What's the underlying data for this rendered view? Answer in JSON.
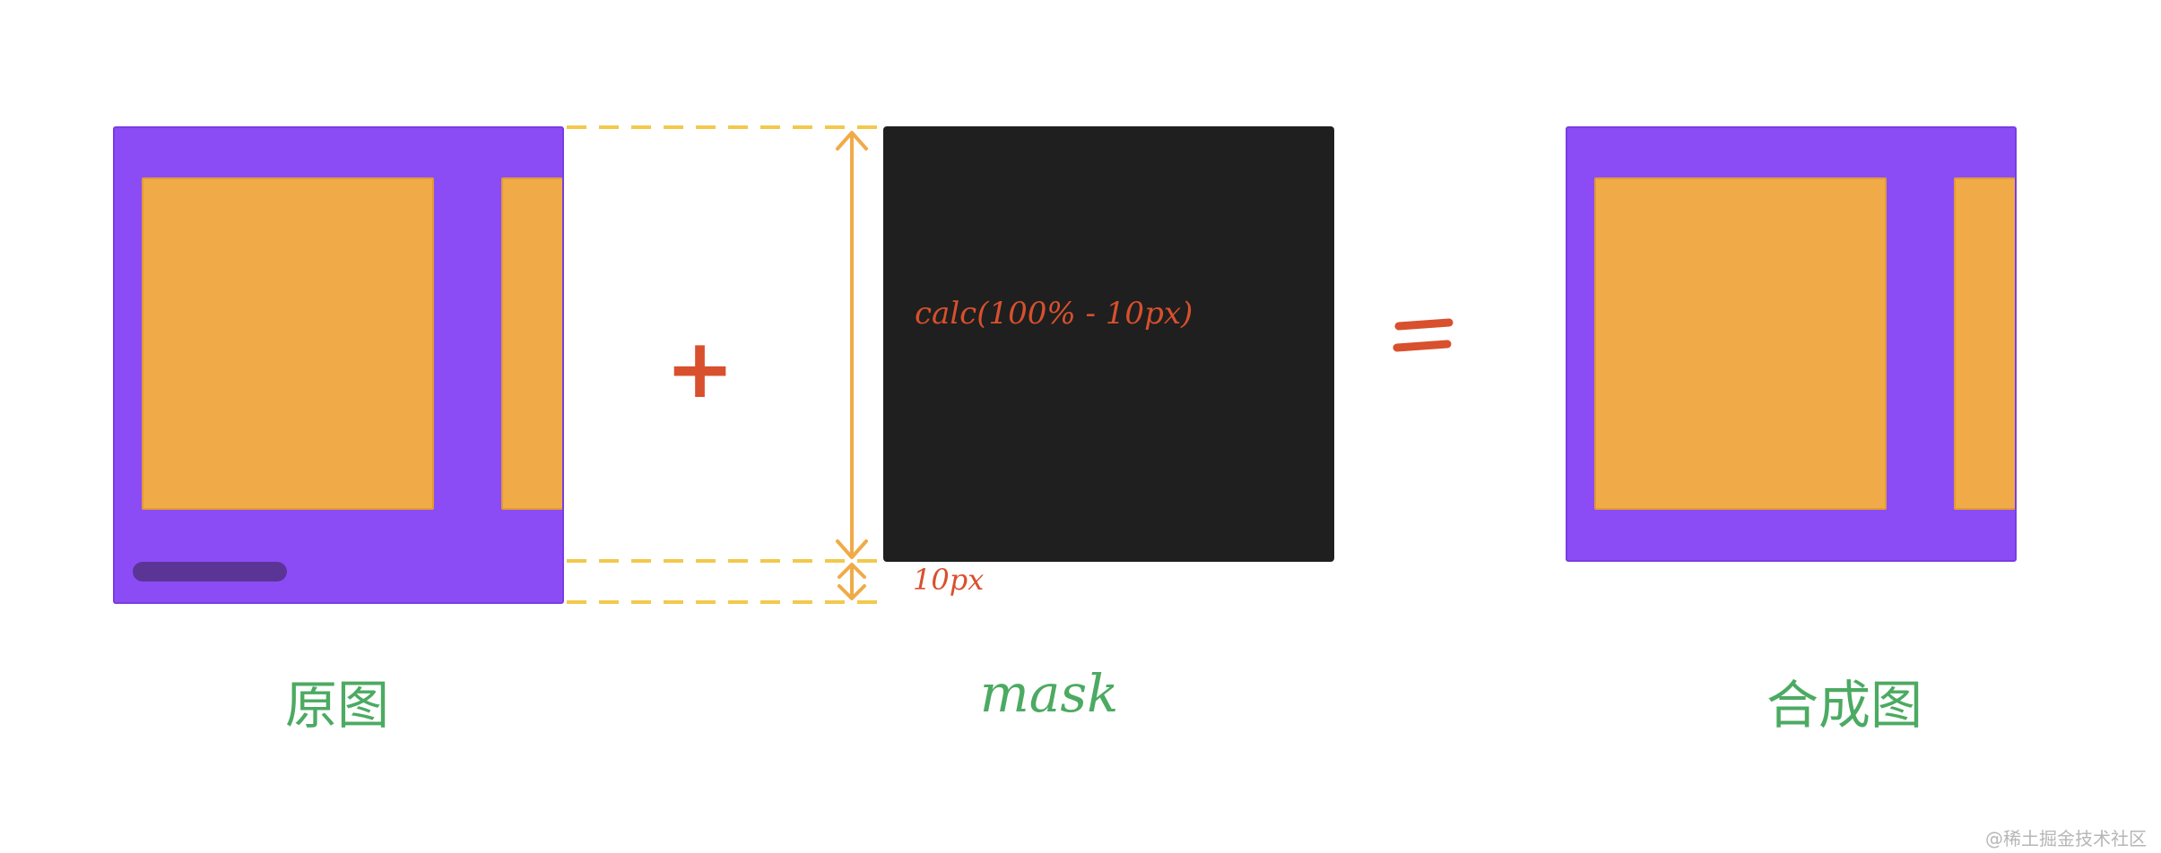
{
  "original": {
    "caption": "原图"
  },
  "mask": {
    "caption": "mask",
    "height_label": "calc(100% - 10px)",
    "gap_label": "10px"
  },
  "result": {
    "caption": "合成图"
  },
  "operators": {
    "plus": "+",
    "equals": "="
  },
  "watermark": "@稀土掘金技术社区",
  "colors": {
    "panel": "#8b4cf6",
    "tile": "#f0ab48",
    "scrollbar": "#5b3596",
    "mask": "#1f1f1f",
    "guide_dashed": "#f2c94c",
    "arrow": "#f0ab48",
    "label_red": "#d8502d",
    "caption_green": "#4caa62"
  }
}
